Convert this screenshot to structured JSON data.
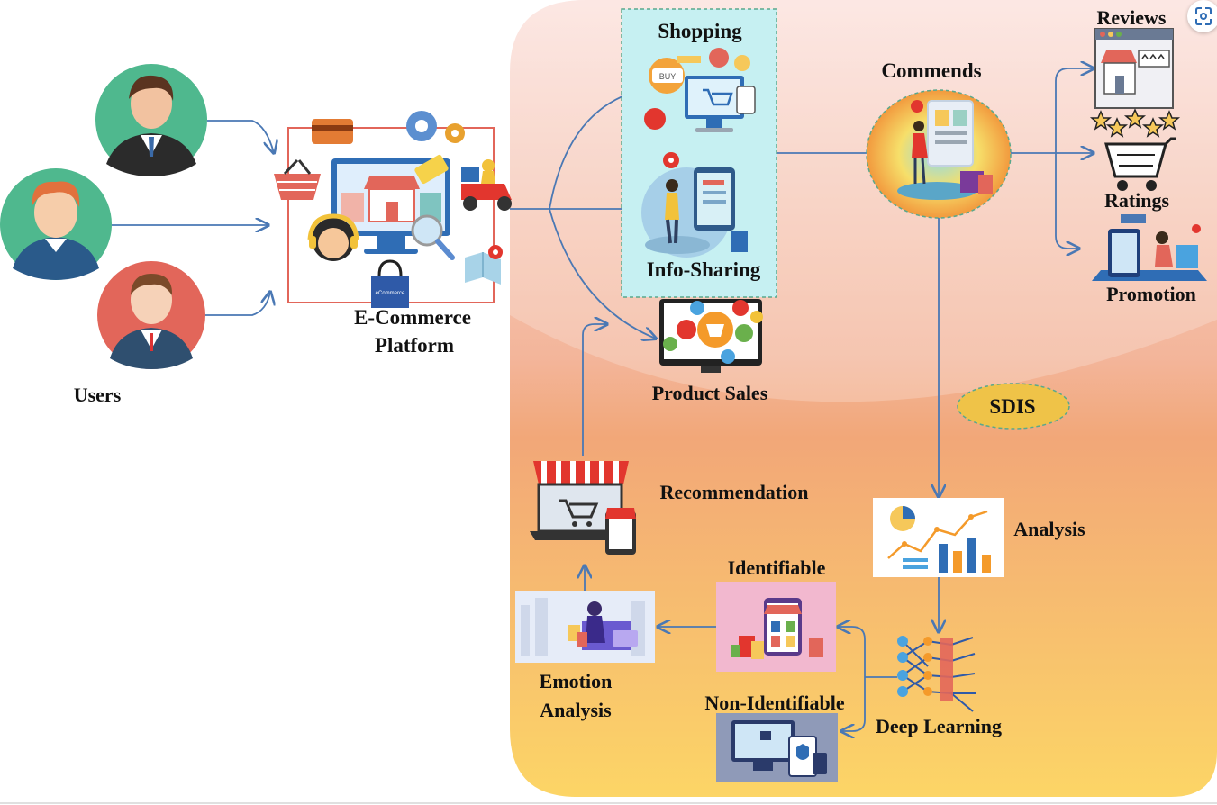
{
  "labels": {
    "users": "Users",
    "platform_line1": "E-Commerce",
    "platform_line2": "Platform",
    "shopping": "Shopping",
    "info_sharing": "Info-Sharing",
    "product_sales": "Product Sales",
    "commends": "Commends",
    "reviews": "Reviews",
    "ratings": "Ratings",
    "promotion": "Promotion",
    "sdis": "SDIS",
    "analysis": "Analysis",
    "deep_learning": "Deep Learning",
    "identifiable": "Identifiable",
    "non_identifiable": "Non-Identifiable",
    "emotion_line1": "Emotion",
    "emotion_line2": "Analysis",
    "recommendation": "Recommendation"
  },
  "icons": {
    "card_text": "BUY",
    "bag_text": "eCommerce"
  },
  "colors": {
    "arrow": "#4a78b4",
    "region_top": "#fad6cf",
    "region_bottom": "#fbd06a",
    "teal_box": "#c6f0f2",
    "avatar_green": "#4fb88e",
    "avatar_red": "#e2665a",
    "sdis_fill": "#efc348"
  },
  "toolbar": {
    "scan_icon": "scan-icon"
  }
}
